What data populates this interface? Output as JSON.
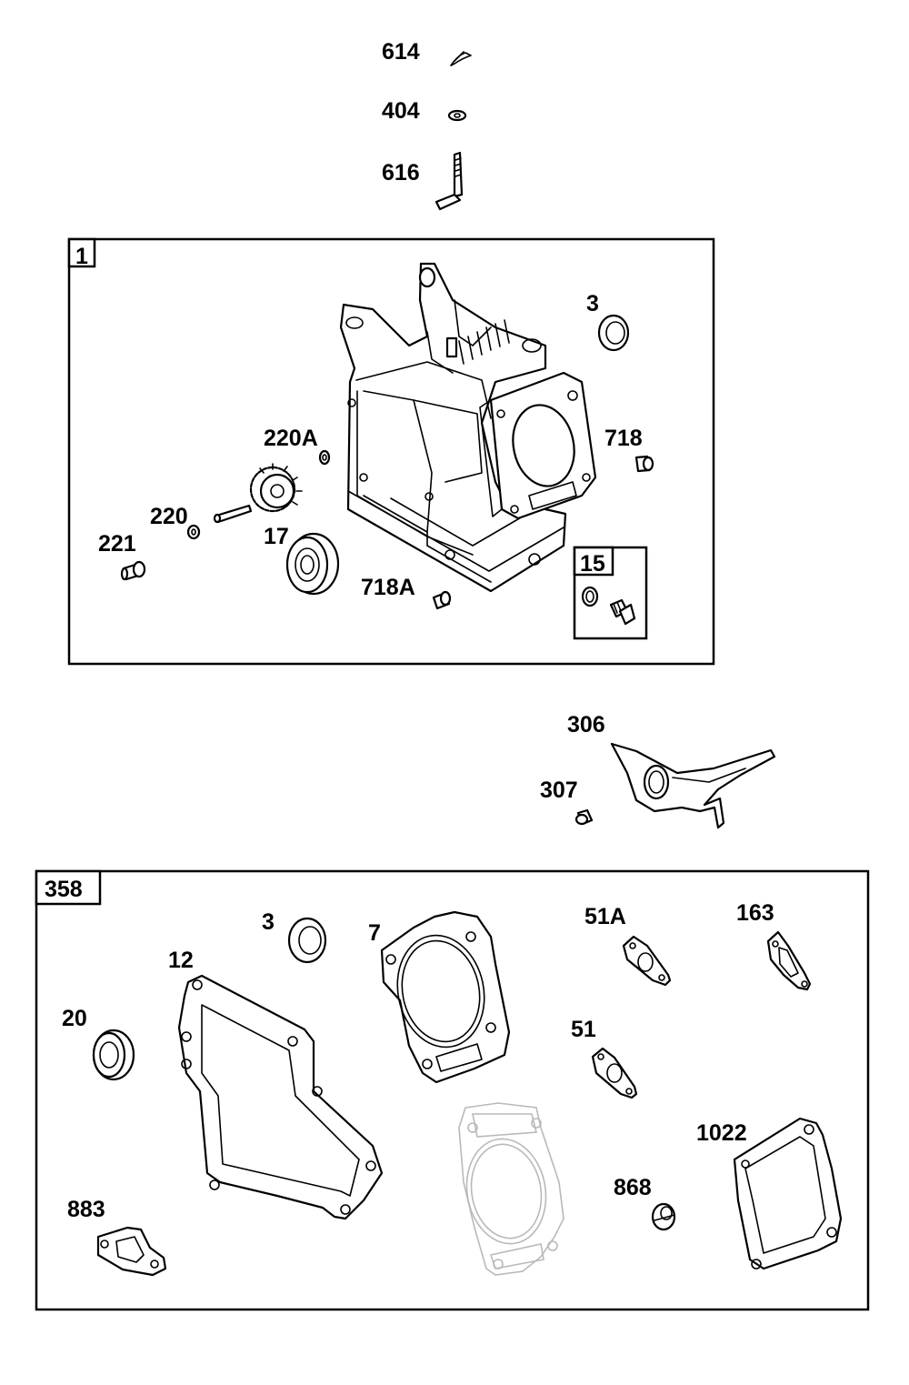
{
  "groups": {
    "engine_block": {
      "tag": "1"
    },
    "plug_kit": {
      "tag": "15"
    },
    "gasket_set": {
      "tag": "358"
    }
  },
  "labels": {
    "p614": "614",
    "p404": "404",
    "p616": "616",
    "p3a": "3",
    "p220A": "220A",
    "p718": "718",
    "p220": "220",
    "p221": "221",
    "p17": "17",
    "p718A": "718A",
    "p306": "306",
    "p307": "307",
    "p3b": "3",
    "p7": "7",
    "p12": "12",
    "p51A": "51A",
    "p163": "163",
    "p20": "20",
    "p51": "51",
    "p1022": "1022",
    "p868": "868",
    "p883": "883"
  }
}
